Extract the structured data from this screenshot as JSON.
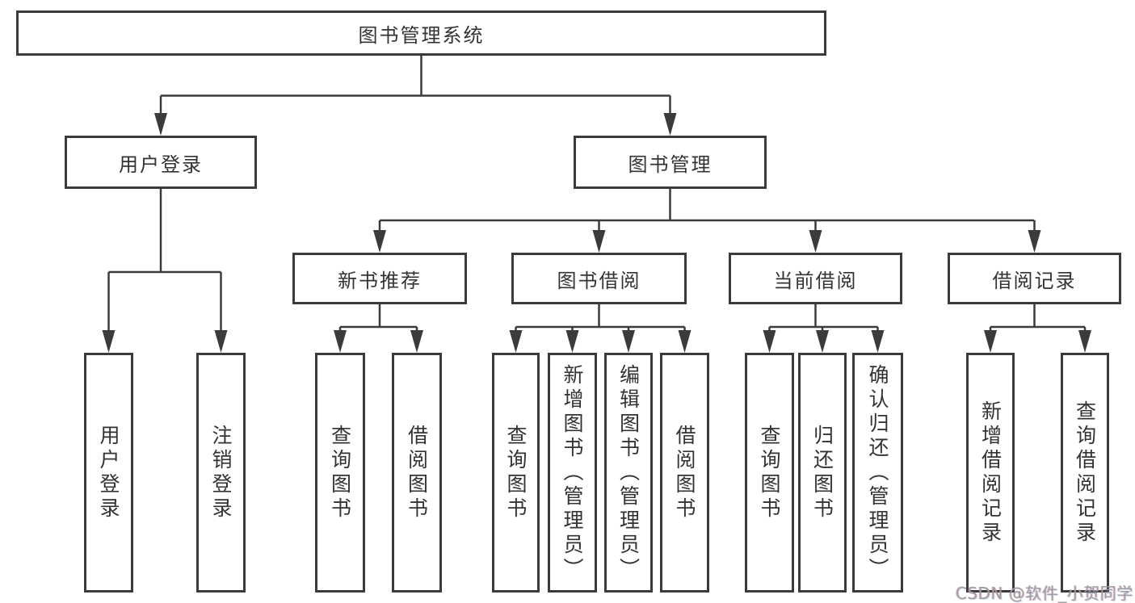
{
  "diagram": {
    "root": {
      "label": "图书管理系统",
      "children": [
        {
          "label": "用户登录",
          "children": [
            {
              "label": "用户登录"
            },
            {
              "label": "注销登录"
            }
          ]
        },
        {
          "label": "图书管理",
          "children": [
            {
              "label": "新书推荐",
              "children": [
                {
                  "label": "查询图书"
                },
                {
                  "label": "借阅图书"
                }
              ]
            },
            {
              "label": "图书借阅",
              "children": [
                {
                  "label": "查询图书"
                },
                {
                  "label": "新增图书（管理员）"
                },
                {
                  "label": "编辑图书（管理员）"
                },
                {
                  "label": "借阅图书"
                }
              ]
            },
            {
              "label": "当前借阅",
              "children": [
                {
                  "label": "查询图书"
                },
                {
                  "label": "归还图书"
                },
                {
                  "label": "确认归还（管理员）"
                }
              ]
            },
            {
              "label": "借阅记录",
              "children": [
                {
                  "label": "新增借阅记录"
                },
                {
                  "label": "查询借阅记录"
                }
              ]
            }
          ]
        }
      ]
    }
  },
  "watermark": {
    "text": "CSDN @软件_小贺同学"
  },
  "colors": {
    "line": "#3b3b3b",
    "box_border": "#3b3b3b",
    "text": "#333333",
    "background": "#ffffff",
    "watermark": "#9e9e9e"
  }
}
